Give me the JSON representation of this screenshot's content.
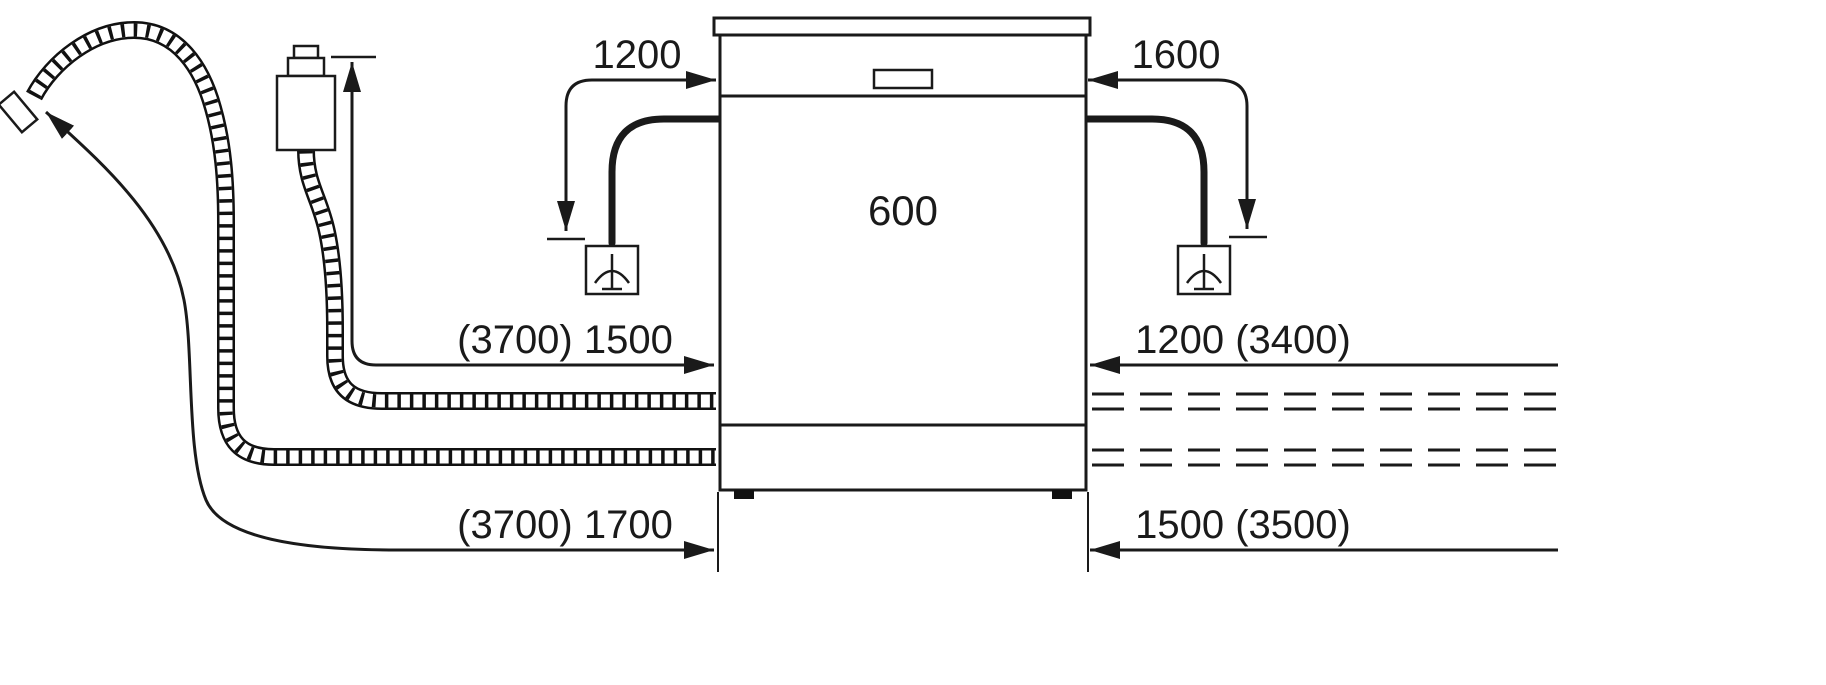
{
  "colors": {
    "line": "#1a1a1a",
    "background": "#ffffff"
  },
  "diagram": {
    "dimensions": {
      "top_left": {
        "label": "1200"
      },
      "top_right": {
        "label": "1600"
      },
      "width": {
        "label": "600"
      },
      "mid_left": {
        "label": "(3700) 1500"
      },
      "mid_right": {
        "label": "1200 (3400)"
      },
      "bottom_left": {
        "label": "(3700) 1700"
      },
      "bottom_right": {
        "label": "1500 (3500)"
      }
    },
    "icons": [
      "dishwasher-front-icon",
      "drain-hose-icon",
      "supply-hose-icon",
      "water-tap-connector-icon",
      "power-plug-socket-icon",
      "dimension-arrow-icon"
    ]
  }
}
